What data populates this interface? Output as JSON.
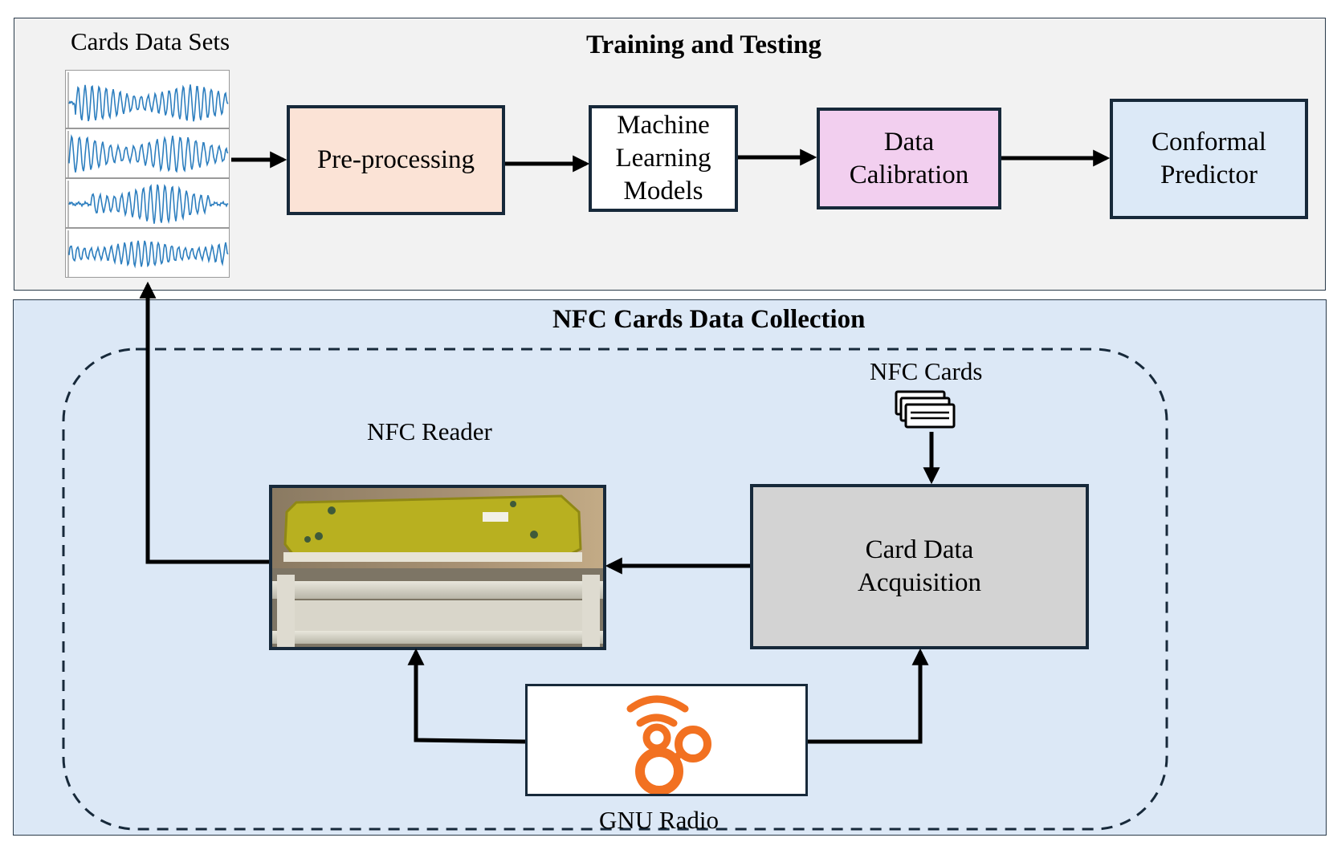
{
  "top_section": {
    "title": "Training and Testing",
    "datasets_label": "Cards Data Sets",
    "preprocessing": "Pre-processing",
    "ml_models": "Machine\nLearning\nModels",
    "calibration": "Data\nCalibration",
    "conformal": "Conformal\nPredictor"
  },
  "bottom_section": {
    "title": "NFC Cards Data Collection",
    "nfc_cards_label": "NFC Cards",
    "nfc_reader_label": "NFC Reader",
    "acquisition": "Card Data\nAcquisition",
    "gnu_radio_label": "GNU Radio"
  },
  "colors": {
    "top_panel": "#f2f2f2",
    "bottom_panel": "#dce8f6",
    "preprocessing_fill": "#fbe3d6",
    "ml_fill": "#ffffff",
    "calibration_fill": "#f2cfef",
    "conformal_fill": "#dce9f7",
    "acquisition_fill": "#d3d3d3",
    "waveform": "#2e7fbf",
    "gnu_logo": "#f27121",
    "border": "#17293a"
  },
  "icons": {
    "waveform": "signal-waveform-plot",
    "cards": "stacked-cards-icon",
    "reader": "nfc-reader-photo",
    "gnu": "gnu-radio-logo"
  }
}
